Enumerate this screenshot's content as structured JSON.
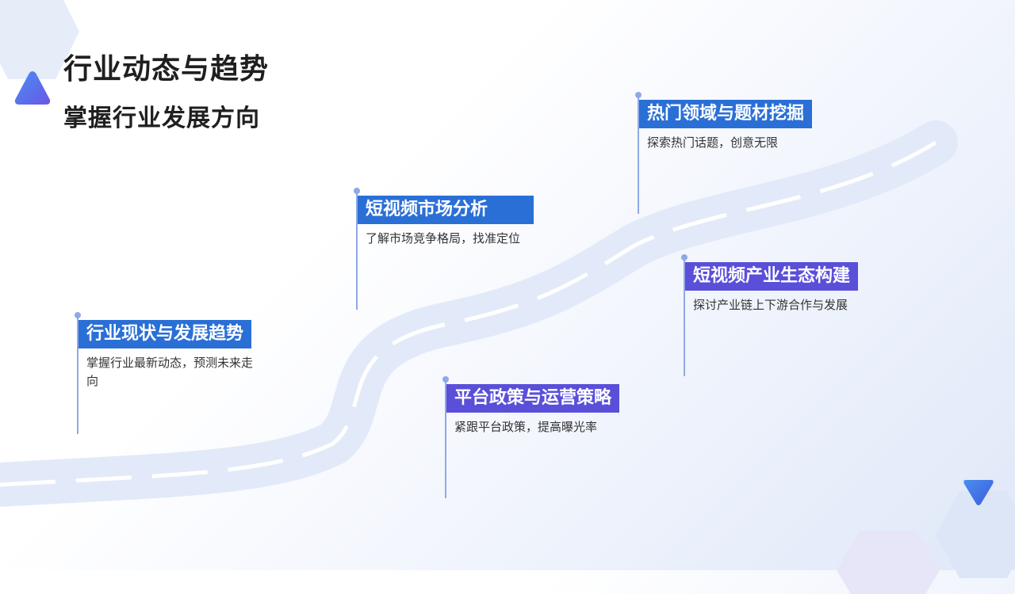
{
  "header": {
    "title": "行业动态与趋势",
    "subtitle": "掌握行业发展方向"
  },
  "milestones": [
    {
      "title": "行业现状与发展趋势",
      "desc": "掌握行业最新动态，预测未来走向"
    },
    {
      "title": "短视频市场分析",
      "desc": "了解市场竞争格局，找准定位"
    },
    {
      "title": "热门领域与题材挖掘",
      "desc": "探索热门话题，创意无限"
    },
    {
      "title": "平台政策与运营策略",
      "desc": "紧跟平台政策，提高曝光率"
    },
    {
      "title": "短视频产业生态构建",
      "desc": "探讨产业链上下游合作与发展"
    }
  ],
  "colors": {
    "tag_blue": "#2a6fd6",
    "tag_purple": "#5a4fd9",
    "road": "#e2eaf9",
    "line": "#8fa9e6"
  },
  "icons": {
    "top_left": "triangle-up-icon",
    "bottom_right": "triangle-down-icon"
  }
}
